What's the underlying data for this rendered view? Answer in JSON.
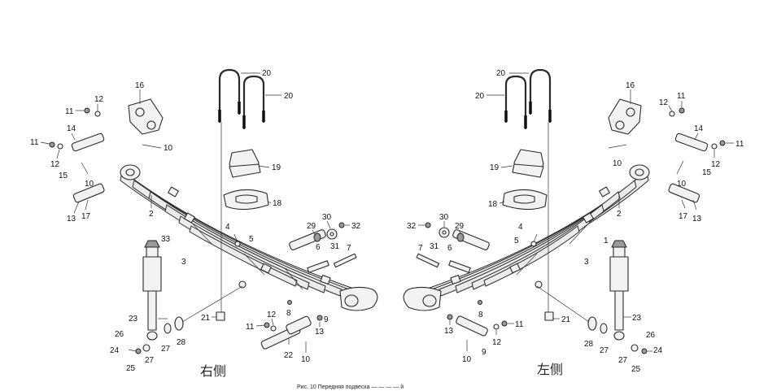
{
  "diagram": {
    "caption_right_side": "右侧",
    "caption_left_side": "左侧",
    "footer_caption": "Рис. 10 Передняя подвеска — — — — й"
  },
  "callouts": {
    "right": {
      "c1": "16",
      "c2": "11",
      "c3": "12",
      "c4": "11",
      "c5": "14",
      "c6": "12",
      "c7": "15",
      "c8": "10",
      "c9": "10",
      "c10": "13",
      "c11": "17",
      "c12": "2",
      "c13": "33",
      "c14": "3",
      "c15": "20",
      "c16": "20",
      "c17": "19",
      "c18": "18",
      "c19": "4",
      "c20": "5",
      "c21": "29",
      "c22": "30",
      "c23": "32",
      "c24": "6",
      "c25": "31",
      "c26": "7",
      "c27": "8",
      "c28": "23",
      "c29": "21",
      "c30": "12",
      "c31": "11",
      "c32": "13",
      "c33": "22",
      "c34": "10",
      "c35": "26",
      "c36": "24",
      "c37": "27",
      "c38": "25",
      "c39": "27",
      "c40": "28",
      "c41": "9"
    },
    "left": {
      "c1": "16",
      "c2": "11",
      "c3": "12",
      "c4": "14",
      "c5": "11",
      "c6": "12",
      "c7": "15",
      "c8": "10",
      "c9": "10",
      "c10": "17",
      "c11": "13",
      "c12": "2",
      "c13": "1",
      "c14": "3",
      "c15": "20",
      "c16": "20",
      "c17": "19",
      "c18": "18",
      "c19": "4",
      "c20": "5",
      "c21": "32",
      "c22": "30",
      "c23": "29",
      "c24": "31",
      "c25": "6",
      "c26": "7",
      "c27": "8",
      "c28": "23",
      "c29": "21",
      "c30": "11",
      "c31": "12",
      "c32": "13",
      "c33": "9",
      "c34": "10",
      "c35": "28",
      "c36": "27",
      "c37": "26",
      "c38": "24",
      "c39": "27",
      "c40": "25"
    }
  }
}
